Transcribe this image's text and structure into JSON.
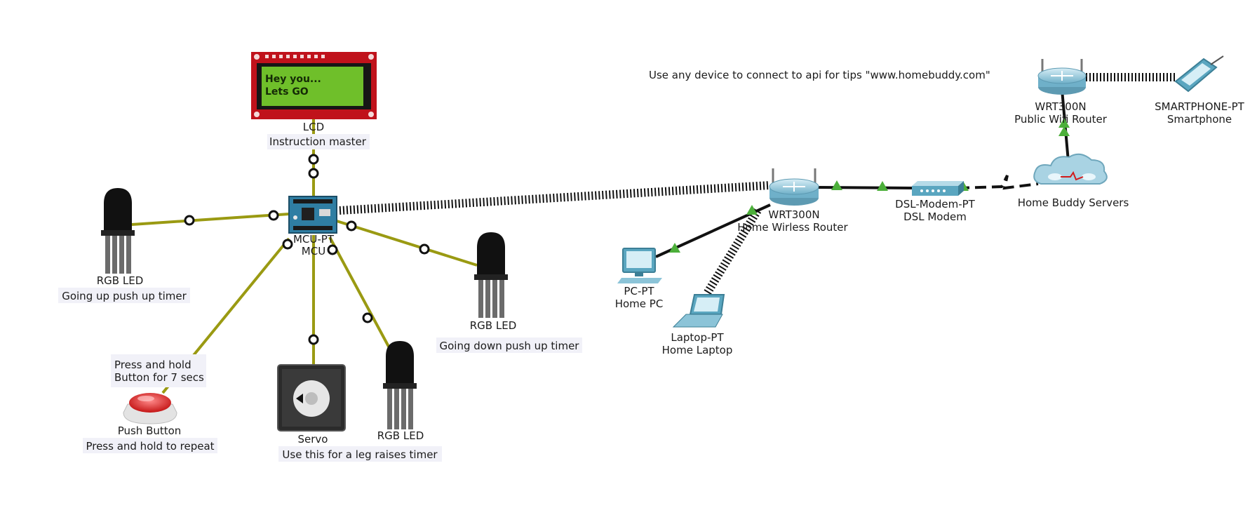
{
  "note_api": "Use any device to connect to api for tips \"www.homebuddy.com\"",
  "lcd": {
    "type": "LCD",
    "name": "Instruction master",
    "line1": "Hey you...",
    "line2": "Lets GO"
  },
  "mcu": {
    "type": "MCU-PT",
    "name": "MCU"
  },
  "led_left": {
    "type": "RGB LED",
    "name": "Going up push up timer"
  },
  "led_right": {
    "type": "RGB LED",
    "name": "Going down push up timer"
  },
  "led_bottom": {
    "type": "RGB LED"
  },
  "button_note": {
    "line1": "Press and hold",
    "line2": "Button for 7 secs"
  },
  "push_button": {
    "type": "Push Button",
    "name": "Press and hold to repeat"
  },
  "servo": {
    "type": "Servo",
    "name": "Use this for a leg raises timer"
  },
  "home_router": {
    "type": "WRT300N",
    "name": "Home Wirless Router"
  },
  "dsl_modem": {
    "type": "DSL-Modem-PT",
    "name": "DSL Modem"
  },
  "cloud": {
    "name": "Home Buddy Servers"
  },
  "public_router": {
    "type": "WRT300N",
    "name": "Public Wifi Router"
  },
  "smartphone": {
    "type": "SMARTPHONE-PT",
    "name": "Smartphone"
  },
  "pc": {
    "type": "PC-PT",
    "name": "Home PC"
  },
  "laptop": {
    "type": "Laptop-PT",
    "name": "Home Laptop"
  },
  "colors": {
    "iot_link": "#9a9a12",
    "net_link": "#111111",
    "link_up": "#4caf3a",
    "lcd_screen": "#6fbf2a",
    "lcd_board": "#c0121b",
    "device_blue": "#5aa6c0"
  }
}
